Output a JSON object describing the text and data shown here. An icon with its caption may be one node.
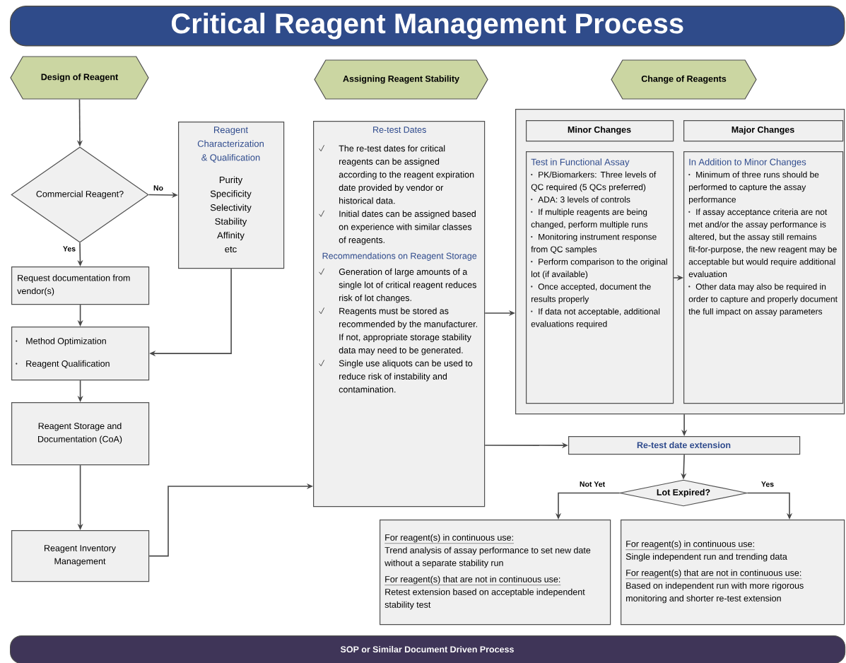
{
  "diagram": {
    "title": "Critical Reagent Management Process",
    "nodes": [
      {
        "text": [
          "Design of Reagent"
        ]
      },
      {
        "text": [
          "Assigning Reagent Stability"
        ]
      },
      {
        "text": [
          "Change of Reagents"
        ]
      },
      {
        "text": [
          "Commercial Reagent?"
        ]
      },
      {
        "text": [
          "Reagent Characterization & Qualification",
          "Purity",
          "Specificity",
          "Selectivity",
          "Stability",
          "Affinity",
          "etc"
        ]
      },
      {
        "text": [
          "Request documentation from vendor(s)"
        ]
      },
      {
        "text": [
          "Method Optimization",
          "Reagent Qualification"
        ]
      },
      {
        "text": [
          "Reagent Storage and Documentation (CoA)"
        ]
      },
      {
        "text": [
          "Reagent Inventory Management"
        ]
      },
      {
        "text": [
          "Re-test Dates",
          "The re-test dates for critical reagents can be assigned according to the reagent expiration date provided by vendor or historical data.",
          "Initial dates can be assigned based on experience with similar classes of reagents.",
          "Recommendations on Reagent Storage",
          "Generation of large amounts of a single lot of critical reagent reduces risk of lot changes.",
          "Reagents must be stored as recommended by the manufacturer. If not, appropriate storage stability data may need to be generated.",
          "Single use aliquots can be used to reduce risk of instability and contamination."
        ]
      },
      {
        "text": [],
        "shape": "box"
      },
      {
        "text": [
          "Minor Changes"
        ],
        "in": 10
      },
      {
        "text": [
          "Major Changes"
        ],
        "in": 10
      },
      {
        "text": [
          "Test in Functional Assay",
          "PK/Biomarkers: Three levels of QC required (5 QCs preferred)",
          "ADA: 3 levels of controls",
          "If multiple reagents are being changed, perform multiple runs",
          "Monitoring instrument response from QC samples",
          "Perform comparison to the original lot (if available)",
          "Once accepted, document the results properly",
          "If data not acceptable, additional evaluations required"
        ],
        "in": 10
      },
      {
        "text": [
          "In Addition to Minor Changes",
          "Minimum of three runs should be performed to capture the assay performance",
          "If assay acceptance criteria are not met and/or the assay performance is altered, but the assay still remains fit-for-purpose, the new reagent may be acceptable but would require additional evaluation",
          "Other data may also be required in order to capture and properly document the full impact on assay parameters"
        ],
        "in": 10
      },
      {
        "text": [
          "Re-test date extension"
        ]
      },
      {
        "text": [
          "Lot Expired?"
        ]
      },
      {
        "text": [
          "For reagent(s) in continuous use:",
          "Trend analysis of assay performance to set new date without a separate stability run",
          "For reagent(s) that are not in continuous use:",
          "Retest extension based on acceptable independent stability test"
        ]
      },
      {
        "text": [
          "For reagent(s) in continuous use:",
          "Single independent run and trending data",
          "For reagent(s) that are not in continuous use:",
          "Based on independent run with more rigorous monitoring and shorter re-test extension"
        ]
      },
      {
        "text": [
          "SOP or Similar Document Driven Process"
        ]
      }
    ],
    "edges": [
      {
        "from": 0,
        "to": 3,
        "arrow": "to"
      },
      {
        "from": 3,
        "to": 4,
        "arrow": "to",
        "label": "No"
      },
      {
        "from": 3,
        "to": 5,
        "arrow": "to",
        "label": "Yes"
      },
      {
        "from": 4,
        "to": 6,
        "arrow": "to"
      },
      {
        "from": 5,
        "to": 6,
        "arrow": "to"
      },
      {
        "from": 6,
        "to": 7,
        "arrow": "to"
      },
      {
        "from": 7,
        "to": 8,
        "arrow": "to"
      },
      {
        "from": 8,
        "to": 9,
        "arrow": "to"
      },
      {
        "from": 9,
        "to": 10,
        "arrow": "to"
      },
      {
        "from": 9,
        "to": 15,
        "arrow": "to"
      },
      {
        "from": 13,
        "to": 14,
        "arrow": "to"
      },
      {
        "from": 10,
        "to": 15,
        "arrow": "to"
      },
      {
        "from": 15,
        "to": 16,
        "arrow": "to"
      },
      {
        "from": 16,
        "to": 17,
        "arrow": "to",
        "label": "Not Yet"
      },
      {
        "from": 16,
        "to": 18,
        "arrow": "to",
        "label": "Yes"
      }
    ]
  }
}
